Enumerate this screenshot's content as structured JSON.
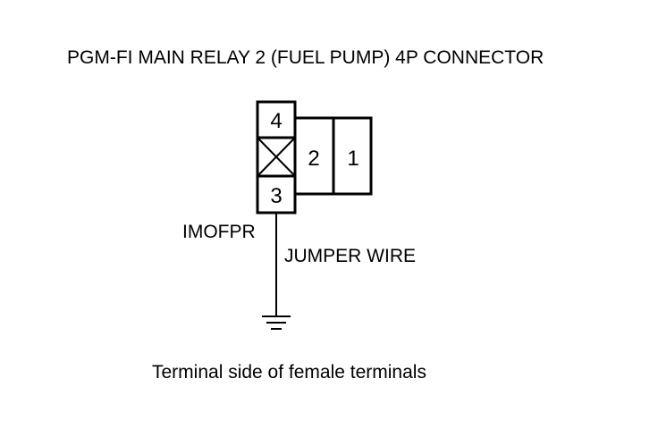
{
  "diagram": {
    "title": "PGM-FI MAIN RELAY 2 (FUEL PUMP) 4P CONNECTOR",
    "connector": {
      "pins": {
        "pin4": "4",
        "pin3": "3",
        "pin2": "2",
        "pin1": "1"
      },
      "unused_cavity_symbol": "x-mark-icon"
    },
    "wire_color_label": "IMOFPR",
    "wire_note": "JUMPER WIRE",
    "ground_symbol": "ground-icon",
    "caption": "Terminal side of female terminals",
    "colors": {
      "line": "#000000",
      "background": "#ffffff"
    }
  }
}
